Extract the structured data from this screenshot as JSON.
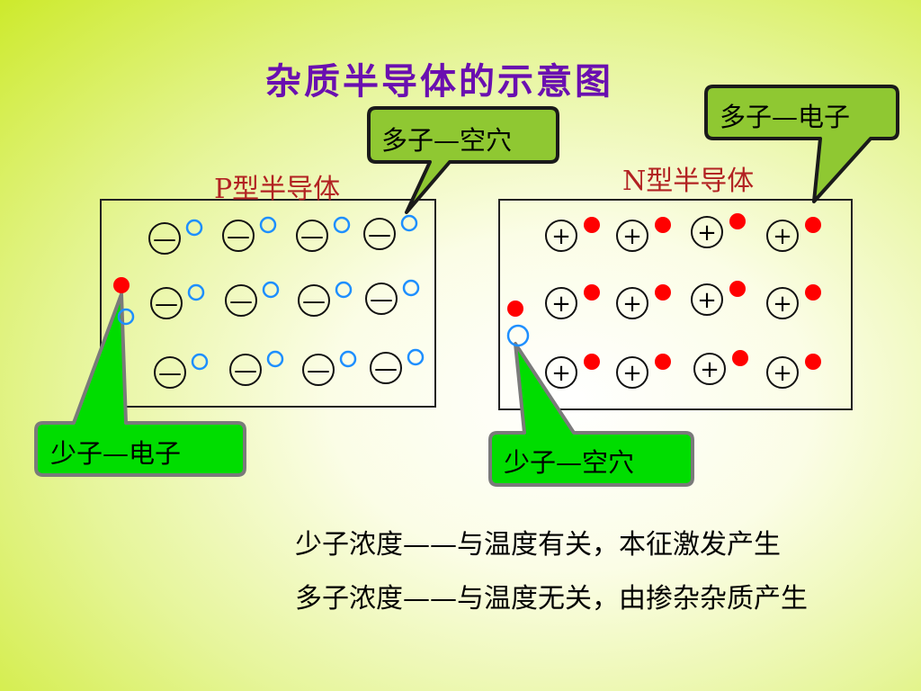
{
  "title": "杂质半导体的示意图",
  "p_type": {
    "label": "P型半导体",
    "ion_symbol": "—",
    "majority_callout": "多子—空穴",
    "minority_callout": "少子—电子"
  },
  "n_type": {
    "label": "N型半导体",
    "ion_symbol": "+",
    "majority_callout": "多子—电子",
    "minority_callout": "少子—空穴"
  },
  "notes": [
    "少子浓度——与温度有关，本征激发产生",
    "多子浓度——与温度无关，由掺杂杂质产生"
  ],
  "colors": {
    "callout_fill": "#00dd00",
    "callout_fill_top": "#8fc832",
    "electron": "#ff0000",
    "hole": "#1e8fff",
    "title": "#6a0fb0",
    "label": "#b22222"
  }
}
